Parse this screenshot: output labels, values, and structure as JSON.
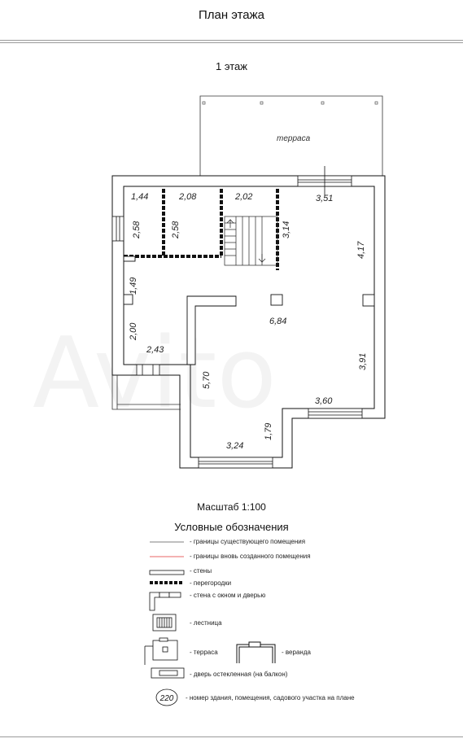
{
  "header": {
    "title": "План этажа"
  },
  "plan": {
    "floor": "1 этаж",
    "terrace": "терраса",
    "watermark": "Avito",
    "dimensions": [
      {
        "id": "d144",
        "label": "1,44"
      },
      {
        "id": "d208",
        "label": "2,08"
      },
      {
        "id": "d202",
        "label": "2,02"
      },
      {
        "id": "d351",
        "label": "3,51"
      },
      {
        "id": "d258a",
        "label": "2,58"
      },
      {
        "id": "d258b",
        "label": "2,58"
      },
      {
        "id": "d314",
        "label": "3,14"
      },
      {
        "id": "d417",
        "label": "4,17"
      },
      {
        "id": "d149",
        "label": "1,49"
      },
      {
        "id": "d684",
        "label": "6,84"
      },
      {
        "id": "d200",
        "label": "2,00"
      },
      {
        "id": "d243",
        "label": "2,43"
      },
      {
        "id": "d391",
        "label": "3,91"
      },
      {
        "id": "d570",
        "label": "5,70"
      },
      {
        "id": "d360",
        "label": "3,60"
      },
      {
        "id": "d179",
        "label": "1,79"
      },
      {
        "id": "d324",
        "label": "3,24"
      }
    ]
  },
  "scale": "Масштаб 1:100",
  "legend": {
    "title": "Условные обозначения",
    "items": {
      "existing": "- границы существующего помещения",
      "new": "- границы вновь созданного помещения",
      "walls": "- стены",
      "partitions": "- перегородки",
      "window_door": "- стена с окном и дверью",
      "stairs": "- лестница",
      "terrace": "- терраса",
      "veranda": "- веранда",
      "glazed_door": "- дверь остекленная (на балкон)",
      "number": "- номер здания, помещения, садового участка на плане",
      "number_sample": "220"
    },
    "colors": {
      "existing": "#555555",
      "new": "#e03030"
    }
  }
}
